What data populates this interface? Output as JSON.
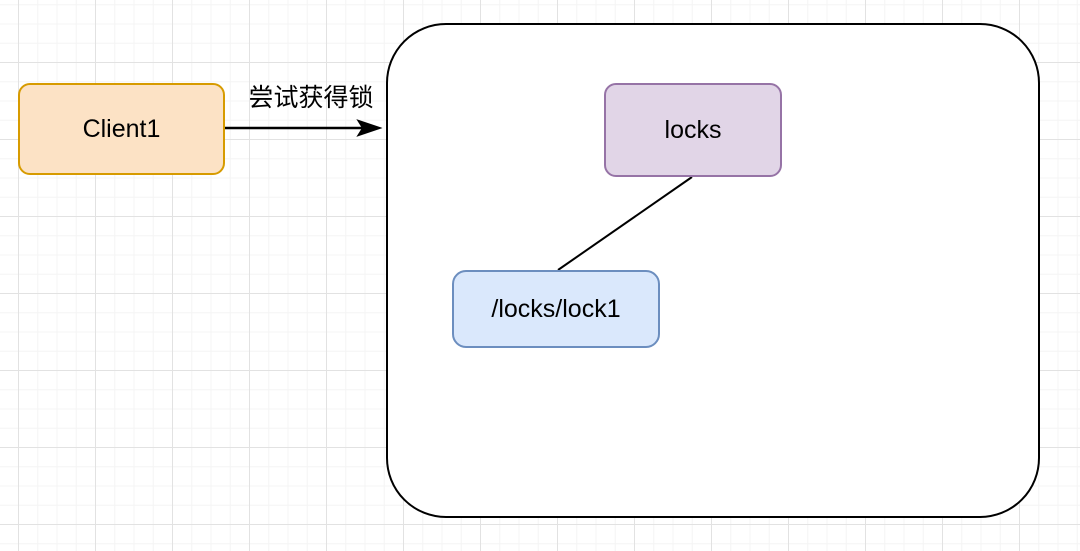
{
  "diagram": {
    "canvas": {
      "background": "#ffffff",
      "grid_minor_color": "#f4f4f4",
      "grid_major_color": "#e2e2e2"
    },
    "client_node": {
      "label": "Client1",
      "fill": "#FCE2C5",
      "stroke": "#D79B00",
      "text_color": "#000000"
    },
    "acquire_arrow": {
      "label": "尝试获得锁",
      "color": "#000000"
    },
    "server_container": {
      "fill": "#FFFFFF",
      "stroke": "#000000"
    },
    "locks_node": {
      "label": "locks",
      "fill": "#E1D5E7",
      "stroke": "#9673A6",
      "text_color": "#000000"
    },
    "lock1_node": {
      "label": "/locks/lock1",
      "fill": "#DAE8FC",
      "stroke": "#6C8EBF",
      "text_color": "#000000"
    },
    "connector": {
      "color": "#000000"
    }
  }
}
